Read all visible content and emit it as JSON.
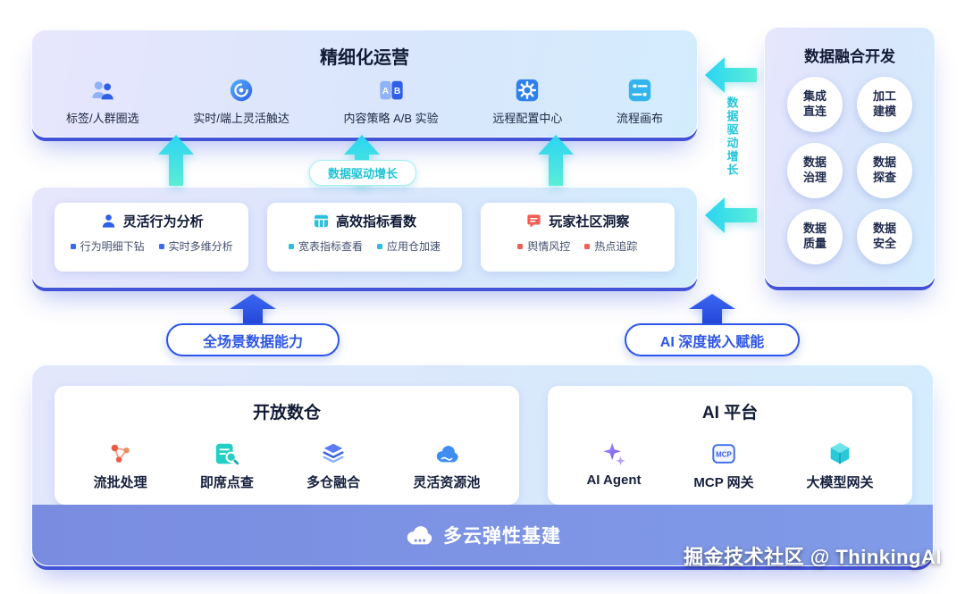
{
  "top_box": {
    "title": "精细化运营",
    "items": [
      {
        "label": "标签/人群圈选",
        "icon": "people-icon"
      },
      {
        "label": "实时/端上灵活触达",
        "icon": "realtime-reach-icon"
      },
      {
        "label": "内容策略 A/B 实验",
        "icon": "ab-test-icon",
        "icon_letters": [
          "A",
          "B"
        ]
      },
      {
        "label": "远程配置中心",
        "icon": "gear-icon"
      },
      {
        "label": "流程画布",
        "icon": "flow-canvas-icon"
      }
    ]
  },
  "right_box": {
    "title": "数据融合开发",
    "items": [
      {
        "lines": [
          "集成",
          "直连"
        ]
      },
      {
        "lines": [
          "加工",
          "建模"
        ]
      },
      {
        "lines": [
          "数据",
          "治理"
        ]
      },
      {
        "lines": [
          "数据",
          "探查"
        ]
      },
      {
        "lines": [
          "数据",
          "质量"
        ]
      },
      {
        "lines": [
          "数据",
          "安全"
        ]
      }
    ]
  },
  "middle_box": {
    "cards": [
      {
        "title": "灵活行为分析",
        "icon": "behavior-person-icon",
        "bullets": [
          "行为明细下钻",
          "实时多维分析"
        ]
      },
      {
        "title": "高效指标看数",
        "icon": "metrics-table-icon",
        "bullets": [
          "宽表指标查看",
          "应用仓加速"
        ]
      },
      {
        "title": "玩家社区洞察",
        "icon": "community-chat-icon",
        "bullets": [
          "舆情风控",
          "热点追踪"
        ]
      }
    ]
  },
  "connectors": {
    "growth_pill_label": "数据驱动增长",
    "vertical_arrow_label": "数据驱动增长",
    "full_scenario_pill_label": "全场景数据能力",
    "ai_pill_label": "AI 深度嵌入赋能"
  },
  "bottom_box": {
    "warehouse": {
      "title": "开放数仓",
      "items": [
        {
          "label": "流批处理",
          "icon": "stream-batch-icon"
        },
        {
          "label": "即席点查",
          "icon": "adhoc-query-icon"
        },
        {
          "label": "多仓融合",
          "icon": "multi-warehouse-icon"
        },
        {
          "label": "灵活资源池",
          "icon": "resource-pool-icon"
        }
      ]
    },
    "ai_platform": {
      "title": "AI 平台",
      "items": [
        {
          "label": "AI Agent",
          "icon": "ai-agent-sparkle-icon"
        },
        {
          "label": "MCP 网关",
          "icon": "mcp-badge-icon",
          "icon_text": "MCP"
        },
        {
          "label": "大模型网关",
          "icon": "model-gateway-cube-icon"
        }
      ]
    },
    "infra_bar": {
      "label": "多云弹性基建",
      "icon": "cloud-icon"
    }
  },
  "watermark": "掘金技术社区 @ ThinkingAI",
  "colors": {
    "arrow_cyan": "#38dfe6",
    "arrow_blue": "#2e56e8",
    "pill_cyan_text": "#1fc3d3",
    "pill_blue_text": "#2e56e8",
    "panel_edge_blue": "#4353d8",
    "infra_bar_bg": "#7c8fe2"
  }
}
